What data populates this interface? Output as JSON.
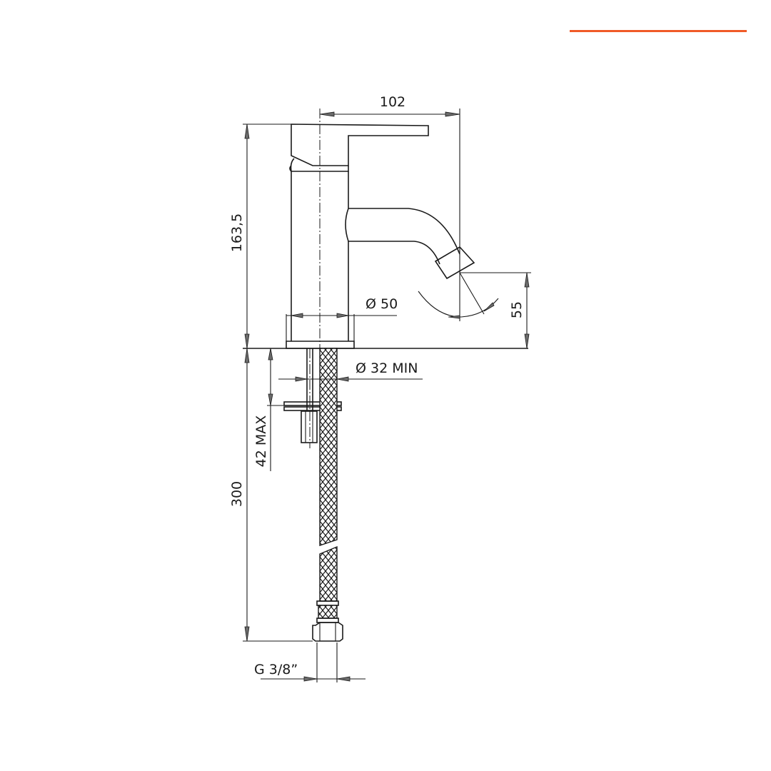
{
  "accent": {
    "color": "#f05a28"
  },
  "drawing": {
    "subject": "single-lever basin mixer faucet",
    "line_color": "#1a1a1a",
    "dimensions": {
      "overall_reach": "102",
      "overall_height": "163,5",
      "spout_height": "55",
      "base_diameter": "Ø 50",
      "hole_diameter": "Ø 32 MIN",
      "max_deck_thickness": "42 MAX",
      "hose_length": "300",
      "hose_thread": "G 3/8”"
    }
  }
}
